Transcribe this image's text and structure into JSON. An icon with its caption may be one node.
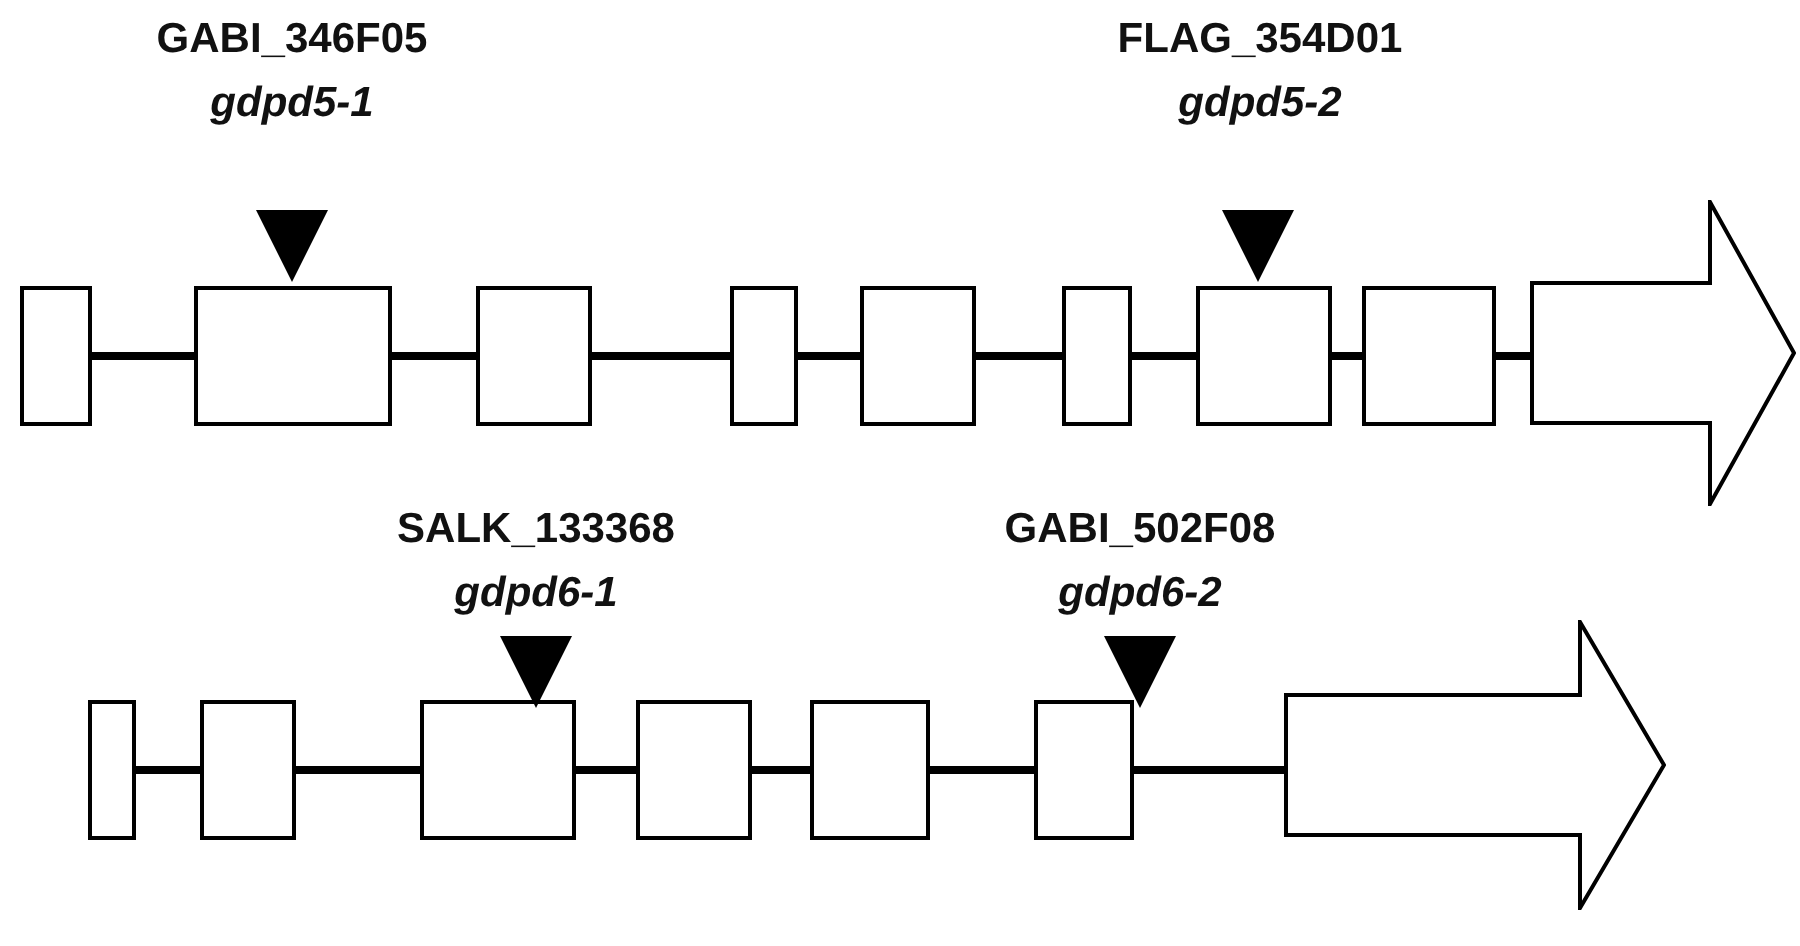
{
  "diagram": {
    "nodes": [
      {
        "text": [],
        "shape": "box"
      },
      {
        "text": [],
        "shape": "box"
      },
      {
        "text": [],
        "shape": "box"
      },
      {
        "text": [],
        "shape": "box"
      },
      {
        "text": [],
        "shape": "box"
      },
      {
        "text": [],
        "shape": "box"
      },
      {
        "text": [],
        "shape": "box"
      },
      {
        "text": [],
        "shape": "box"
      },
      {
        "text": [],
        "shape": "arrow"
      },
      {
        "text": [],
        "shape": "box"
      },
      {
        "text": [],
        "shape": "box"
      },
      {
        "text": [],
        "shape": "box"
      },
      {
        "text": [],
        "shape": "box"
      },
      {
        "text": [],
        "shape": "box"
      },
      {
        "text": [],
        "shape": "box"
      },
      {
        "text": [],
        "shape": "arrow"
      }
    ],
    "edges": [
      {
        "from": 0,
        "to": 1,
        "arrow": "none"
      },
      {
        "from": 1,
        "to": 2,
        "arrow": "none"
      },
      {
        "from": 2,
        "to": 3,
        "arrow": "none"
      },
      {
        "from": 3,
        "to": 4,
        "arrow": "none"
      },
      {
        "from": 4,
        "to": 5,
        "arrow": "none"
      },
      {
        "from": 5,
        "to": 6,
        "arrow": "none"
      },
      {
        "from": 6,
        "to": 7,
        "arrow": "none"
      },
      {
        "from": 7,
        "to": 8,
        "arrow": "none"
      },
      {
        "from": 9,
        "to": 10,
        "arrow": "none"
      },
      {
        "from": 10,
        "to": 11,
        "arrow": "none"
      },
      {
        "from": 11,
        "to": 12,
        "arrow": "none"
      },
      {
        "from": 12,
        "to": 13,
        "arrow": "none"
      },
      {
        "from": 13,
        "to": 14,
        "arrow": "none"
      },
      {
        "from": 14,
        "to": 15,
        "arrow": "none"
      }
    ],
    "labels": [
      "GABI_346F05",
      "FLAG_354D01",
      "gdpd5-1",
      "gdpd5-2",
      "SALK_133368",
      "GABI_502F08",
      "gdpd6-1",
      "gdpd6-2"
    ]
  }
}
